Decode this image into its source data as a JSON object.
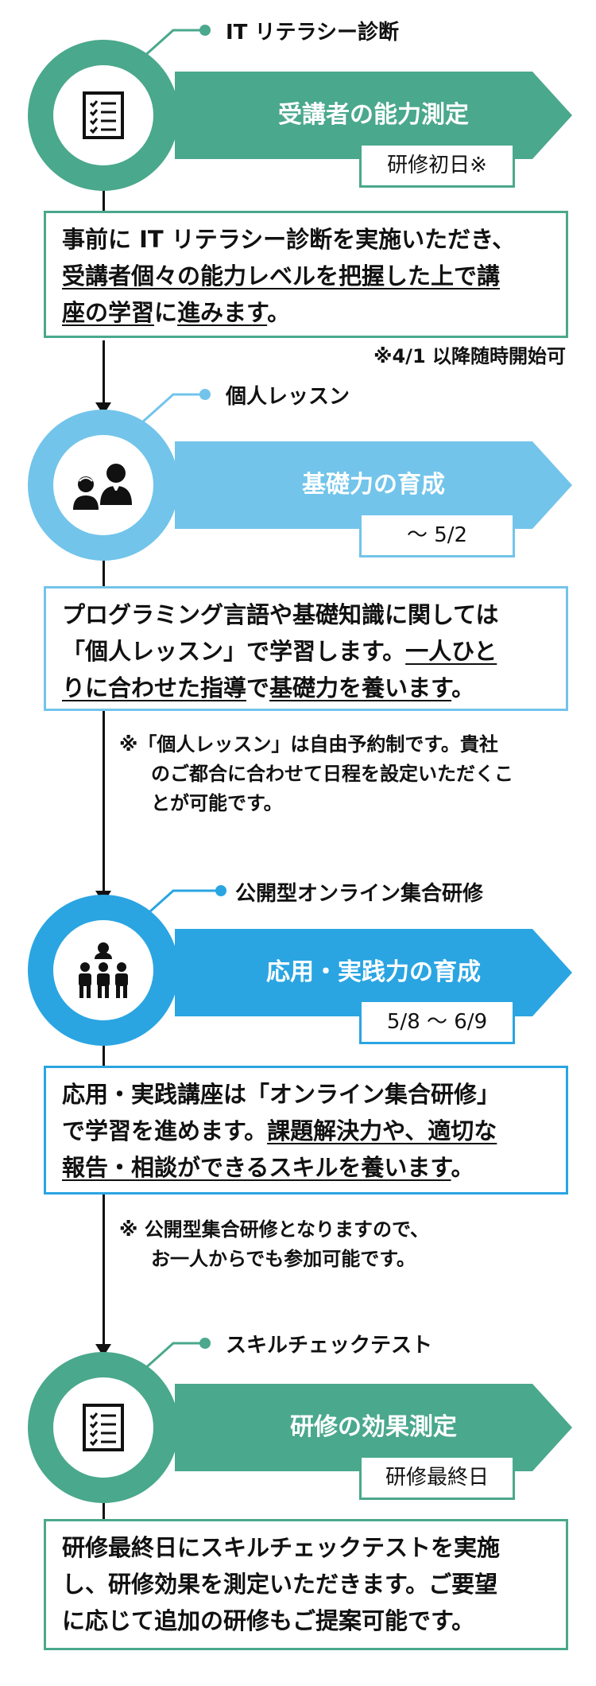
{
  "colors": {
    "green": "#4aa88c",
    "sky": "#72c4ea",
    "blue": "#2aa5e2",
    "text": "#111111"
  },
  "stages": [
    {
      "label": "IT リテラシー診断",
      "banner_title": "受講者の能力測定",
      "tag": "研修初日※",
      "icon": "checklist-icon",
      "desc_lines": [
        [
          {
            "t": "事前に IT リテラシー診断を実施いただき、",
            "u": false
          }
        ],
        [
          {
            "t": "受講者個々の能力レベルを把握した上で講",
            "u": true
          }
        ],
        [
          {
            "t": "座の学習",
            "u": true
          },
          {
            "t": "に",
            "u": false
          },
          {
            "t": "進みます",
            "u": true
          },
          {
            "t": "。",
            "u": false
          }
        ]
      ],
      "note": "※4/1 以降随時開始可"
    },
    {
      "label": "個人レッスン",
      "banner_title": "基礎力の育成",
      "tag": "〜 5/2",
      "icon": "teacher-student-icon",
      "desc_lines": [
        [
          {
            "t": "プログラミング言語や基礎知識に関しては",
            "u": false
          }
        ],
        [
          {
            "t": "「個人レッスン」で学習します。",
            "u": false
          },
          {
            "t": "一人ひと",
            "u": true
          }
        ],
        [
          {
            "t": "りに合わせた指導",
            "u": true
          },
          {
            "t": "で",
            "u": false
          },
          {
            "t": "基礎力を養います",
            "u": true
          },
          {
            "t": "。",
            "u": false
          }
        ]
      ],
      "note_lines": [
        "※「個人レッスン」は自由予約制です。貴社",
        "のご都合に合わせて日程を設定いただくこ",
        "とが可能です。"
      ]
    },
    {
      "label": "公開型オンライン集合研修",
      "banner_title": "応用・実践力の育成",
      "tag": "5/8 〜 6/9",
      "icon": "group-training-icon",
      "desc_lines": [
        [
          {
            "t": "応用・実践講座は「オンライン集合研修」",
            "u": false
          }
        ],
        [
          {
            "t": "で学習を進めます。",
            "u": false
          },
          {
            "t": "課題解決力や、適切な",
            "u": true
          }
        ],
        [
          {
            "t": "報告・相談ができるスキルを養います",
            "u": true
          },
          {
            "t": "。",
            "u": false
          }
        ]
      ],
      "note_lines": [
        "※ 公開型集合研修となりますので、",
        "お一人からでも参加可能です。"
      ]
    },
    {
      "label": "スキルチェックテスト",
      "banner_title": "研修の効果測定",
      "tag": "研修最終日",
      "icon": "checklist-icon",
      "desc_lines": [
        [
          {
            "t": "研修最終日にスキルチェックテストを実施",
            "u": false
          }
        ],
        [
          {
            "t": "し、研修効果を測定いただきます。ご要望",
            "u": false
          }
        ],
        [
          {
            "t": "に応じて追加の研修もご提案可能です。",
            "u": false
          }
        ]
      ]
    }
  ]
}
